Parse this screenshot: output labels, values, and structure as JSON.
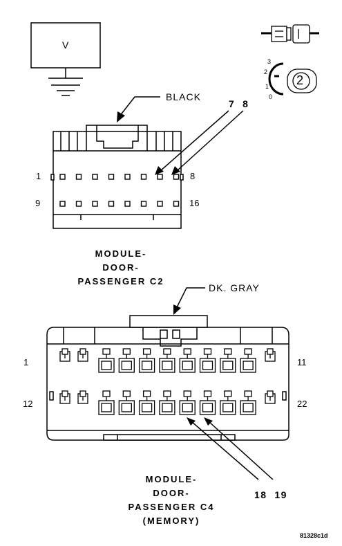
{
  "meter": {
    "label": "V"
  },
  "connector_c2": {
    "wire_color": "BLACK",
    "pin_callout": "7  8",
    "pin_labels": {
      "top_left": "1",
      "top_right": "8",
      "bottom_left": "9",
      "bottom_right": "16"
    },
    "title_lines": [
      "MODULE-",
      "DOOR-",
      "PASSENGER C2"
    ]
  },
  "connector_c4": {
    "wire_color": "DK. GRAY",
    "pin_callout": "18  19",
    "pin_labels": {
      "top_left": "1",
      "top_right": "11",
      "bottom_left": "12",
      "bottom_right": "22"
    },
    "title_lines": [
      "MODULE-",
      "DOOR-",
      "PASSENGER C4",
      "(MEMORY)"
    ]
  },
  "switch_icon": {
    "positions": [
      "3",
      "2",
      "1",
      "0"
    ],
    "selected": "2"
  },
  "figure_id": "81328c1d"
}
